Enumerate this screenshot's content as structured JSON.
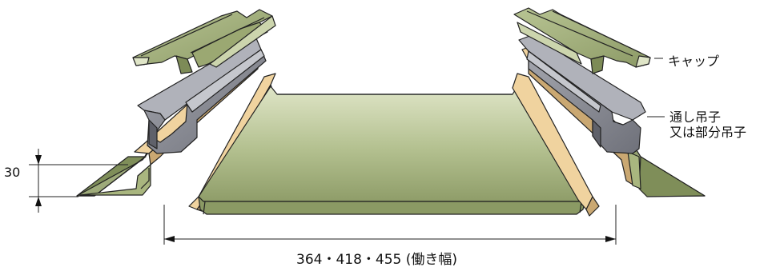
{
  "labels": {
    "cap": "キャップ",
    "clip_line1": "通し吊子",
    "clip_line2": "又は部分吊子",
    "height": "30",
    "width": "364・418・455 (働き幅)"
  },
  "colors": {
    "panel_top": "#a3b27e",
    "panel_mid": "#bcc89c",
    "panel_dark": "#7d8b57",
    "panel_light": "#dfe5c7",
    "tan": "#f0d39f",
    "tan_dark": "#caa872",
    "clip_grey": "#8a8c95",
    "clip_dark": "#5f616a",
    "clip_light": "#b0b2ba",
    "outline": "#222222"
  }
}
